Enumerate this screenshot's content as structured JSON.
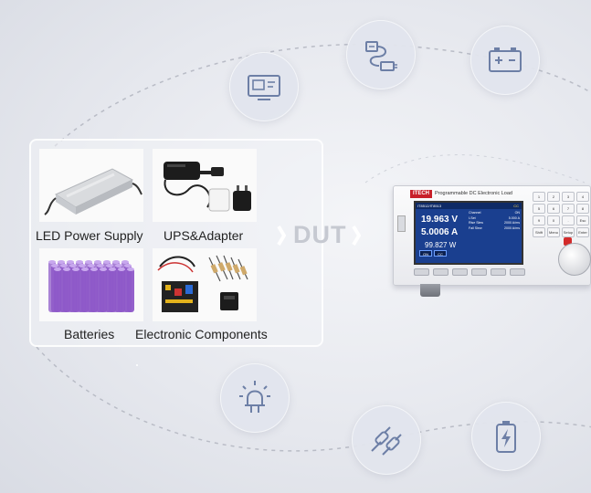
{
  "products": [
    {
      "label": "LED Power Supply"
    },
    {
      "label": "UPS&Adapter"
    },
    {
      "label": "Batteries"
    },
    {
      "label": "Electronic Components"
    }
  ],
  "dut_label": "DUT",
  "instrument": {
    "brand": "ITECH",
    "title": "Programmable DC Electronic Load",
    "model_line": "IT8512/IT8513",
    "mode": "CC",
    "voltage": "19.963 V",
    "current": "5.0006 A",
    "power": "99.827 W",
    "params": [
      {
        "name": "Channel",
        "value": "ON"
      },
      {
        "name": "I-Set",
        "value": "5.000 A"
      },
      {
        "name": "Rise Slew",
        "value": "2000 A/ms"
      },
      {
        "name": "Fall Slew",
        "value": "2000 A/ms"
      }
    ],
    "status_buttons": [
      "ON",
      "CC"
    ],
    "keys": [
      "1",
      "2",
      "3",
      "4",
      "5",
      "6",
      "7",
      "8",
      "9",
      "0",
      ".",
      "Esc",
      "Shift",
      "Menu",
      "Setup",
      "Enter"
    ]
  },
  "colors": {
    "accent": "#c8202a",
    "screen": "#1a3f8f",
    "battery": "#8e59c8",
    "dashed_line": "#b9bcc6"
  }
}
